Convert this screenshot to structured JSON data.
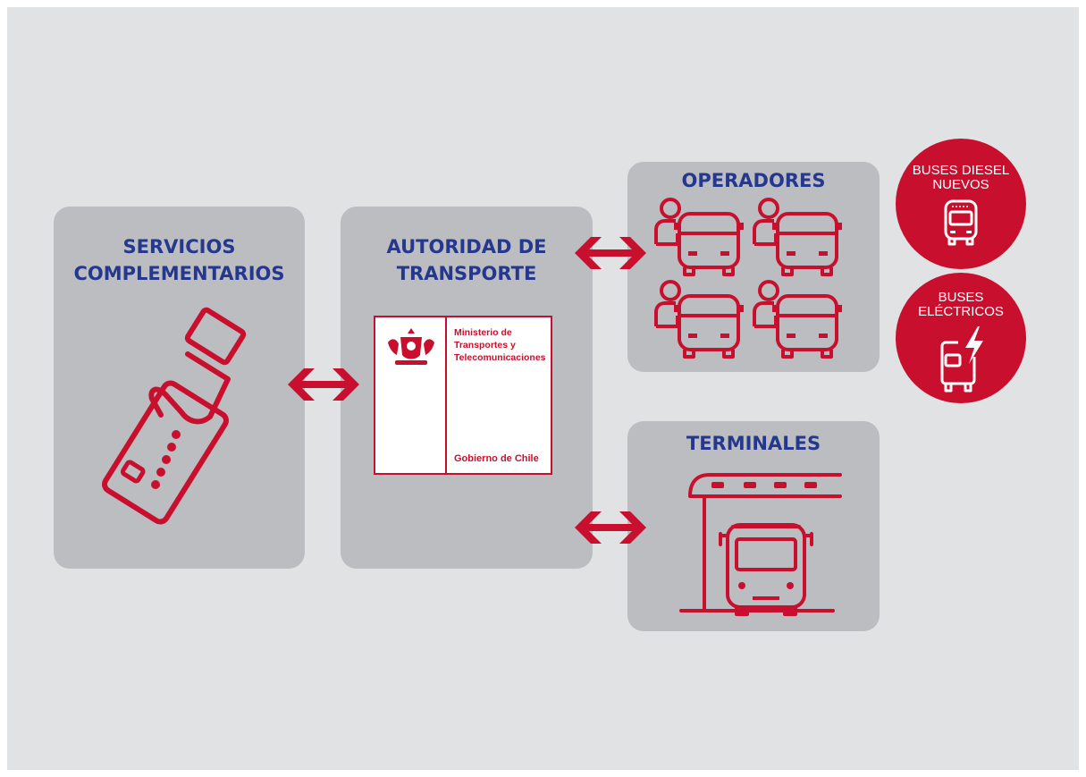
{
  "panels": {
    "servicios": {
      "title_lines": [
        "SERVICIOS",
        "COMPLEMENTARIOS"
      ]
    },
    "autoridad": {
      "title_lines": [
        "AUTORIDAD DE",
        "TRANSPORTE"
      ],
      "logo": {
        "ministry_lines": [
          "Ministerio de",
          "Transportes y",
          "Telecomunicaciones"
        ],
        "government": "Gobierno de Chile"
      }
    },
    "operadores": {
      "title": "OPERADORES"
    },
    "terminales": {
      "title": "TERMINALES"
    }
  },
  "badges": {
    "diesel": {
      "lines": [
        "BUSES DIESEL",
        "NUEVOS"
      ]
    },
    "electric": {
      "lines": [
        "BUSES",
        "ELÉCTRICOS"
      ]
    }
  },
  "colors": {
    "background": "#e1e2e3",
    "panel": "#bcbdc0",
    "title": "#26388e",
    "accent": "#c8102e"
  },
  "icons": {
    "servicios": "hand-holding-card-icon",
    "operadores": "operator-with-bus-icon",
    "terminales": "bus-terminal-icon",
    "diesel": "bus-front-icon",
    "electric": "electric-bus-icon",
    "connectors": "double-arrow-icon"
  }
}
